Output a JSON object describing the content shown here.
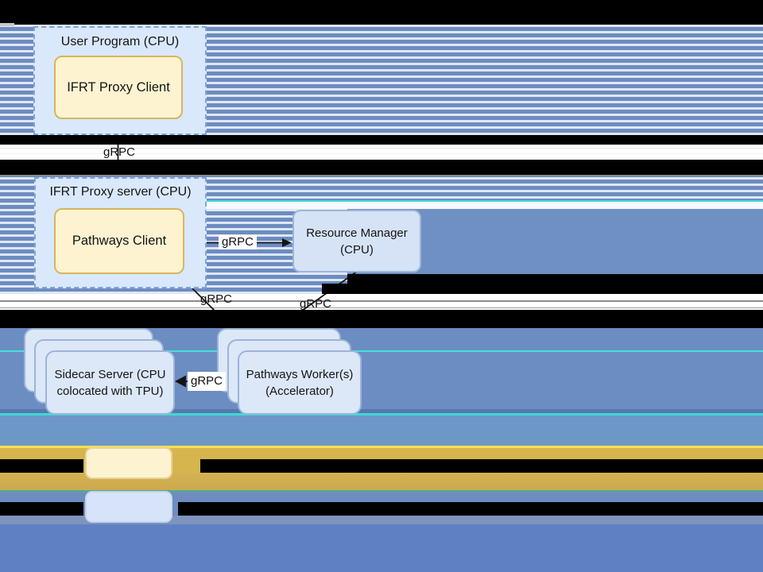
{
  "nodes": {
    "user_program": {
      "label": "User Program (CPU)"
    },
    "ifrt_proxy_client": {
      "label": "IFRT Proxy Client"
    },
    "ifrt_proxy_server": {
      "label": "IFRT Proxy server (CPU)"
    },
    "pathways_client": {
      "label": "Pathways Client"
    },
    "resource_manager": {
      "line1": "Resource Manager",
      "line2": "(CPU)"
    },
    "sidecar_server": {
      "line1": "Sidecar Server (CPU",
      "line2": "colocated with TPU)"
    },
    "pathways_workers": {
      "line1": "Pathways Worker(s)",
      "line2": "(Accelerator)"
    }
  },
  "edges": {
    "proxy_server_to_proxy_client": {
      "label": "gRPC"
    },
    "pathways_client_resource_manager": {
      "label": "gRPC"
    },
    "pathways_client_to_workers": {
      "label": "gRPC"
    },
    "resource_manager_to_workers": {
      "label": "gRPC"
    },
    "sidecar_to_workers": {
      "label": "gRPC"
    }
  },
  "legend": {
    "yellow_swatch_color": "#fdf3d1",
    "blue_swatch_color": "#dce7f8"
  },
  "colors": {
    "stripe_blue": "#6e8cc0",
    "stripe_light": "#dee8f6",
    "solid_blue_mid": "#6f90c2",
    "solid_blue_lower": "#6b8dc1",
    "steel_blue": "#6d97c6",
    "bottom_blue": "#5f80c3",
    "gold_band": "#d6b54f",
    "black_band": "#000000",
    "cyan_glitch_line": "#3fd8d4",
    "teal_glitch_line": "#58a49c",
    "yellow_glitch_line": "#ffdf4e",
    "node_yellow_fill": "#fdf3d1",
    "node_yellow_border": "#d8b55e",
    "node_blue_fill": "#dae8fb",
    "node_blue_border": "#7ea6d6",
    "card_fill": "#dce7f8",
    "card_border": "#9db4d8",
    "arrow_color": "#151515"
  }
}
